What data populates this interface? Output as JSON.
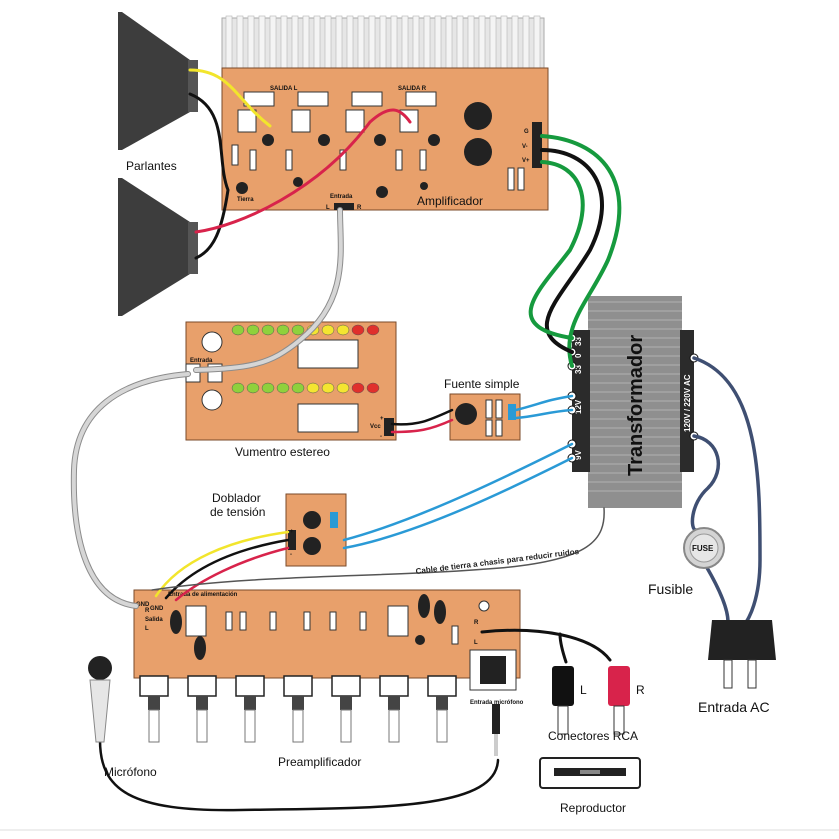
{
  "labels": {
    "parlantes": "Parlantes",
    "amplificador": "Amplificador",
    "vumetro": "Vumentro estereo",
    "fuente": "Fuente simple",
    "doblador_1": "Doblador",
    "doblador_2": "de tensión",
    "transformador": "Transformador",
    "fusible": "Fusible",
    "entrada_ac": "Entrada AC",
    "preamplificador": "Preamplificador",
    "microfono": "Micrófono",
    "conectores_rca": "Conectores RCA",
    "reproductor": "Reproductor",
    "cable_tierra": "Cable de tierra a chasis para reducir ruidos",
    "fuse": "FUSE",
    "rca_l": "L",
    "rca_r": "R"
  },
  "transformer_taps": {
    "secondary_top": [
      "33",
      "0",
      "33"
    ],
    "secondary_12": "12V",
    "secondary_9": "9V",
    "primary": "120V / 220V AC"
  },
  "board_text": {
    "amp_salida_l": "SALIDA L",
    "amp_salida_r": "SALIDA R",
    "amp_tierra": "Tierra",
    "amp_entrada": "Entrada",
    "amp_entrada_l": "L",
    "amp_entrada_r": "R",
    "amp_g": "G",
    "amp_vminus": "V-",
    "amp_vplus": "V+",
    "vu_entrada": "Entrada",
    "vu_vcc": "Vcc",
    "vu_plus": "+",
    "vu_minus": "-",
    "doblador_plus": "+",
    "doblador_minus": "-",
    "pre_gnd": "GND",
    "pre_entrada_alim": "Entrada de alimentación",
    "pre_salida": "Salida",
    "pre_r": "R",
    "pre_l": "L",
    "pre_gnd2": "GND",
    "pre_in_r": "R",
    "pre_in_l": "L",
    "pre_entrada_micro": "Entrada micrófono"
  },
  "colors": {
    "pcb": "#e8a06b",
    "green_wire": "#169a3e",
    "black_wire": "#111111",
    "blue_wire": "#2a9ad6",
    "red_wire": "#d8234b",
    "yellow_wire": "#f2e52c",
    "gray_cable": "#d6d6d6",
    "ac_cable": "#3f4f72",
    "led_green": "#8fd13c",
    "led_yellow": "#f4e531",
    "led_red": "#e0302c",
    "transformer": "#9a9a9a"
  }
}
